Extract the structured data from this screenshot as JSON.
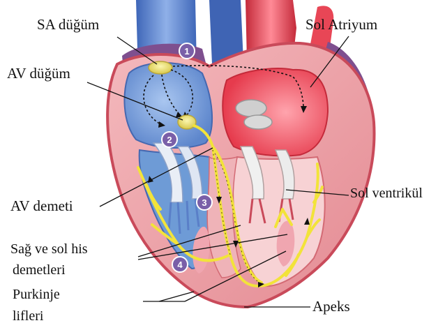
{
  "labels": {
    "sa_node": "SA düğüm",
    "av_node": "AV düğüm",
    "left_atrium": "Sol Atriyum",
    "av_bundle": "AV demeti",
    "left_ventricle": "Sol ventrikül",
    "bundle_branches_line1": "Sağ ve sol his",
    "bundle_branches_line2": "demetleri",
    "purkinje_line1": "Purkinje",
    "purkinje_line2": "lifleri",
    "apex": "Apeks"
  },
  "steps": [
    "1",
    "2",
    "3",
    "4"
  ],
  "colors": {
    "conduction": "#f2e33a",
    "badge": "#7a5fa8",
    "muscle": "#e8a0a6",
    "muscle_dark": "#c94a5a",
    "right_chambers": "#6e9bd6",
    "left_chambers": "#ee5d6c",
    "aorta": "#e8404f",
    "vena_cava": "#5a7fc8",
    "pericardium": "#7e4f8f"
  }
}
